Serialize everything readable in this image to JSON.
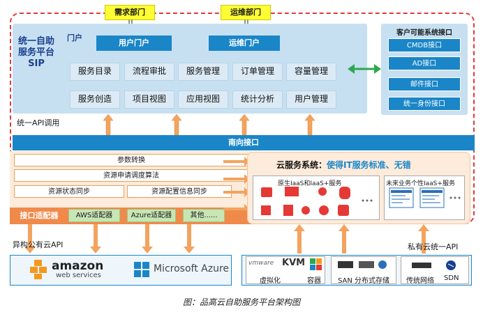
{
  "top_tags": [
    "需求部门",
    "运维部门"
  ],
  "sip": {
    "title": "统一自助服务平台SIP",
    "portal_label": "门户",
    "portals": [
      "用户门户",
      "运维门户"
    ],
    "grid": [
      "服务目录",
      "流程审批",
      "服务管理",
      "订单管理",
      "容量管理",
      "服务创造",
      "项目视图",
      "应用视图",
      "统计分析",
      "用户管理"
    ],
    "api_label": "统一API调用"
  },
  "right_panel": {
    "title": "客户可能系统接口",
    "buttons": [
      "CMDB接口",
      "AD接口",
      "邮件接口",
      "统一身份接口"
    ]
  },
  "south": "南向接口",
  "orange_rows": [
    "参数转换",
    "资源申请调度算法",
    "资源状态同步",
    "资源配置信息同步"
  ],
  "adapter": {
    "label": "接口适配器",
    "items": [
      "AWS适配器",
      "Azure适配器",
      "其他......"
    ]
  },
  "cloud": {
    "title_prefix": "云服务系统：",
    "title_highlight": "使得IT服务标准、无错",
    "native_title": "原生IaaS和IaaS+服务",
    "future_title": "未来业务个性IaaS+服务"
  },
  "left_api": "异构公有云API",
  "right_api": "私有云统一API",
  "public_clouds": [
    "amazon",
    "web services",
    "Microsoft Azure"
  ],
  "private": {
    "vmware": "vmware",
    "kvm": "KVM",
    "virtualization": "虚拟化",
    "container": "容器",
    "san": "SAN 分布式存储",
    "network": "传统网络",
    "sdn": "SDN"
  },
  "caption": "图：品高云自助服务平台架构图",
  "colors": {
    "blue": "#1a86c8",
    "light_blue": "#c7e0f1",
    "orange": "#f08a4b",
    "red": "#e23a3a",
    "yellow": "#ffff33"
  }
}
